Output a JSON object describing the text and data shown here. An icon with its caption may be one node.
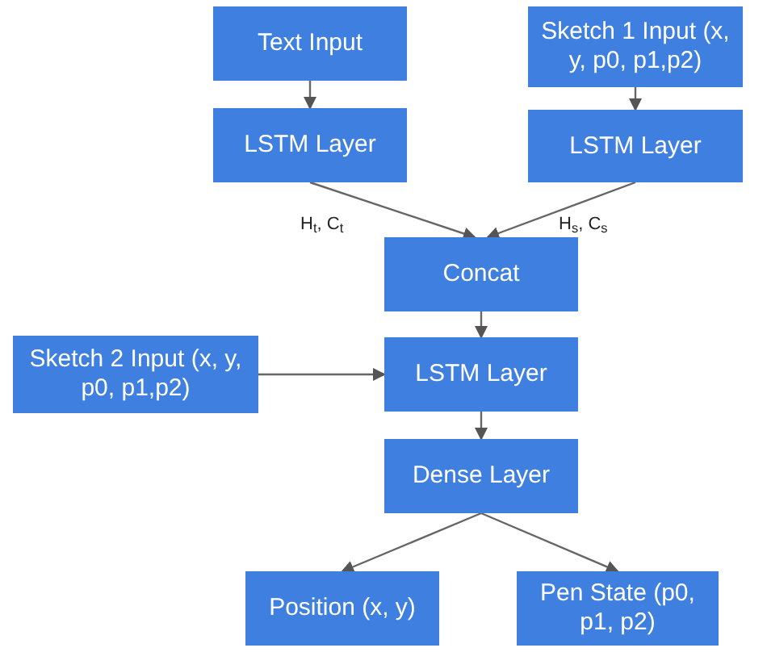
{
  "diagram": {
    "nodes": [
      {
        "text": [
          "Text Input"
        ]
      },
      {
        "text": [
          "Sketch 1 Input (x, y, p0, p1,p2)"
        ]
      },
      {
        "text": [
          "LSTM Layer"
        ]
      },
      {
        "text": [
          "LSTM Layer"
        ]
      },
      {
        "text": [
          "Concat"
        ]
      },
      {
        "text": [
          "Sketch 2 Input (x, y, p0, p1,p2)"
        ]
      },
      {
        "text": [
          "LSTM Layer"
        ]
      },
      {
        "text": [
          "Dense Layer"
        ]
      },
      {
        "text": [
          "Position (x, y)"
        ]
      },
      {
        "text": [
          "Pen State (p0, p1, p2)"
        ]
      }
    ],
    "edges": [
      {
        "from": 0,
        "to": 2,
        "arrow": "to"
      },
      {
        "from": 1,
        "to": 3,
        "arrow": "to"
      },
      {
        "from": 2,
        "to": 4,
        "arrow": "to",
        "label": "H$_{t}$, C$_{t}$"
      },
      {
        "from": 3,
        "to": 4,
        "arrow": "to",
        "label": "H$_{s}$, C$_{s}$"
      },
      {
        "from": 4,
        "to": 6,
        "arrow": "to"
      },
      {
        "from": 5,
        "to": 6,
        "arrow": "to"
      },
      {
        "from": 6,
        "to": 7,
        "arrow": "to"
      },
      {
        "from": 7,
        "to": 8,
        "arrow": "to"
      },
      {
        "from": 7,
        "to": 9,
        "arrow": "to"
      }
    ]
  }
}
